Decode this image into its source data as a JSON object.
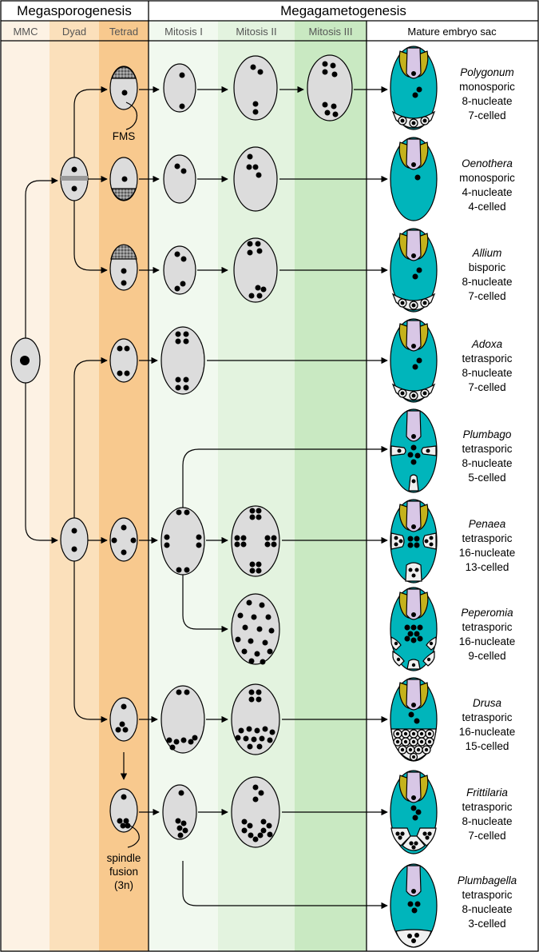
{
  "headers": {
    "megasporogenesis": "Megasporogenesis",
    "megagametogenesis": "Megagametogenesis"
  },
  "stages": [
    "MMC",
    "Dyad",
    "Tetrad",
    "Mitosis I",
    "Mitosis II",
    "Mitosis III",
    "Mature embryo sac"
  ],
  "annotations": {
    "fms": "FMS",
    "spindle": [
      "spindle",
      "fusion",
      "(3n)"
    ]
  },
  "types": [
    {
      "genus": "Polygonum",
      "spory": "monosporic",
      "nucleate": "8-nucleate",
      "celled": "7-celled"
    },
    {
      "genus": "Oenothera",
      "spory": "monosporic",
      "nucleate": "4-nucleate",
      "celled": "4-celled"
    },
    {
      "genus": "Allium",
      "spory": "bisporic",
      "nucleate": "8-nucleate",
      "celled": "7-celled"
    },
    {
      "genus": "Adoxa",
      "spory": "tetrasporic",
      "nucleate": "8-nucleate",
      "celled": "7-celled"
    },
    {
      "genus": "Plumbago",
      "spory": "tetrasporic",
      "nucleate": "8-nucleate",
      "celled": "5-celled"
    },
    {
      "genus": "Penaea",
      "spory": "tetrasporic",
      "nucleate": "16-nucleate",
      "celled": "13-celled"
    },
    {
      "genus": "Peperomia",
      "spory": "tetrasporic",
      "nucleate": "16-nucleate",
      "celled": "9-celled"
    },
    {
      "genus": "Drusa",
      "spory": "tetrasporic",
      "nucleate": "16-nucleate",
      "celled": "15-celled"
    },
    {
      "genus": "Frittilaria",
      "spory": "tetrasporic",
      "nucleate": "8-nucleate",
      "celled": "7-celled"
    },
    {
      "genus": "Plumbagella",
      "spory": "tetrasporic",
      "nucleate": "8-nucleate",
      "celled": "3-celled"
    }
  ],
  "colors": {
    "mmc_band": "#fdf2e4",
    "dyad_band": "#fbe0bb",
    "tetrad_band": "#f8c98e",
    "mitosis1_band": "#f1f9ef",
    "mitosis2_band": "#e3f3df",
    "mitosis3_band": "#c9e9c2",
    "cell_fill": "#dcdcdc",
    "sac_fill": "#00b5bb",
    "egg_apparatus": "#d8c7e6",
    "synergid": "#c4b21c"
  }
}
